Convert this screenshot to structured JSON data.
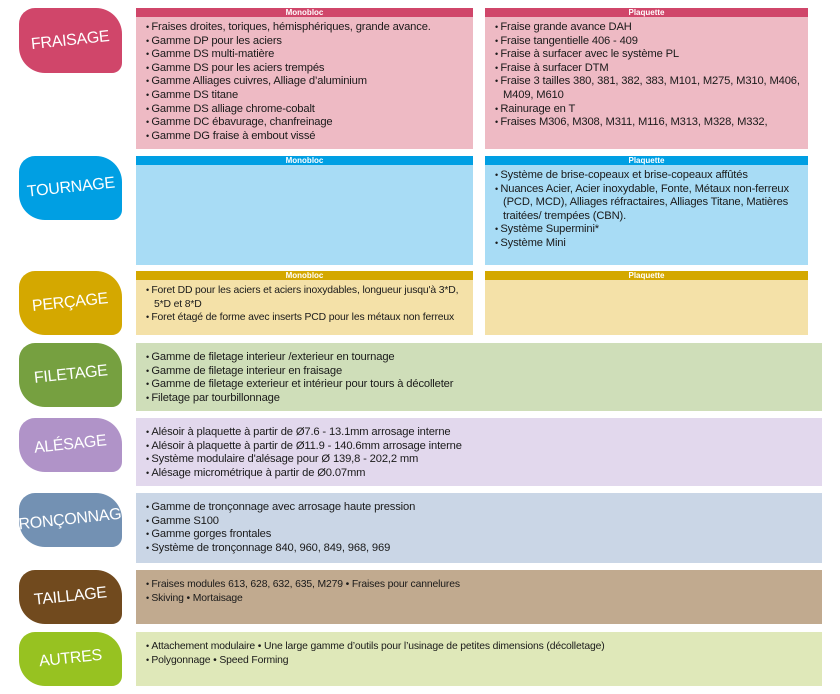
{
  "sections": [
    {
      "id": "fraisage",
      "title": "FRAISAGE",
      "color": "#d0466a",
      "bg": "#eebac4",
      "monobloc": {
        "header": "Monobloc",
        "items": [
          "Fraises droites, toriques, hémisphériques, grande avance.",
          "Gamme DP pour les aciers",
          "Gamme DS multi-matière",
          "Gamme DS pour les aciers trempés",
          "Gamme Alliages cuivres, Alliage d’aluminium",
          "Gamme DS titane",
          "Gamme DS alliage chrome-cobalt",
          "Gamme DC ébavurage, chanfreinage",
          "Gamme DG fraise à embout vissé"
        ]
      },
      "plaquette": {
        "header": "Plaquette",
        "items": [
          "Fraise grande avance DAH",
          "Fraise tangentielle 406 - 409",
          "Fraise à surfacer avec le système PL",
          "Fraise à surfacer DTM",
          "Fraise 3 tailles 380, 381, 382, 383, M101, M275, M310, M406, M409, M610",
          "Rainurage en T",
          "Fraises M306, M308, M311, M116, M313, M328, M332,"
        ]
      }
    },
    {
      "id": "tournage",
      "title": "TOURNAGE",
      "color": "#009fe3",
      "bg": "#a8dcf5",
      "monobloc": {
        "header": "Monobloc",
        "items": []
      },
      "plaquette": {
        "header": "Plaquette",
        "items": [
          "Système de brise-copeaux et brise-copeaux affûtés",
          "Nuances Acier, Acier inoxydable, Fonte, Métaux non-ferreux (PCD, MCD), Alliages réfractaires, Alliages Titane, Matières traitées/ trempées (CBN).",
          "Système Supermini*",
          "Système Mini"
        ]
      }
    },
    {
      "id": "percage",
      "title": "PERÇAGE",
      "color": "#d4a800",
      "bg": "#f4e1a8",
      "monobloc": {
        "header": "Monobloc",
        "items": [
          "Foret DD pour les aciers et aciers inoxydables, longueur  jusqu'à 3*D, 5*D et 8*D",
          "Foret étagé de forme avec inserts PCD pour les métaux non ferreux"
        ]
      },
      "plaquette": {
        "header": "Plaquette",
        "items": []
      }
    },
    {
      "id": "filetage",
      "title": "FILETAGE",
      "color": "#76a040",
      "bg": "#cfdeb9",
      "items": [
        "Gamme de filetage interieur /exterieur en tournage",
        "Gamme de filetage interieur en fraisage",
        "Gamme de filetage exterieur et intérieur pour tours à  décolleter",
        "Filetage par tourbillonnage"
      ]
    },
    {
      "id": "alesage",
      "title": "ALÉSAGE",
      "color": "#b093c8",
      "bg": "#e2d8ed",
      "items": [
        "Alésoir à plaquette à partir de Ø7.6 - 13.1mm arrosage interne",
        "Alésoir à plaquette à partir de Ø11.9 -  140.6mm arrosage interne",
        "Système modulaire d'alésage pour Ø 139,8 - 202,2 mm",
        "Alésage micrométrique à partir de Ø0.07mm"
      ]
    },
    {
      "id": "tronconnage",
      "title": "TRONÇONNAGE",
      "color": "#7391b3",
      "bg": "#cad6e6",
      "items": [
        "Gamme de tronçonnage avec arrosage haute pression",
        "Gamme S100",
        "Gamme gorges frontales",
        "Système de tronçonnage 840, 960, 849, 968, 969"
      ]
    },
    {
      "id": "taillage",
      "title": "TAILLAGE",
      "color": "#714a1e",
      "bg": "#c1aa8f",
      "items": [
        "Fraises modules 613, 628, 632, 635, M279 • Fraises pour cannelures",
        "Skiving • Mortaisage"
      ]
    },
    {
      "id": "autres",
      "title": "AUTRES",
      "color": "#97c221",
      "bg": "#dfe8b9",
      "items": [
        "Attachement modulaire • Une large gamme d’outils pour l’usinage de petites dimensions (décolletage)",
        "Polygonnage • Speed Forming"
      ]
    }
  ]
}
